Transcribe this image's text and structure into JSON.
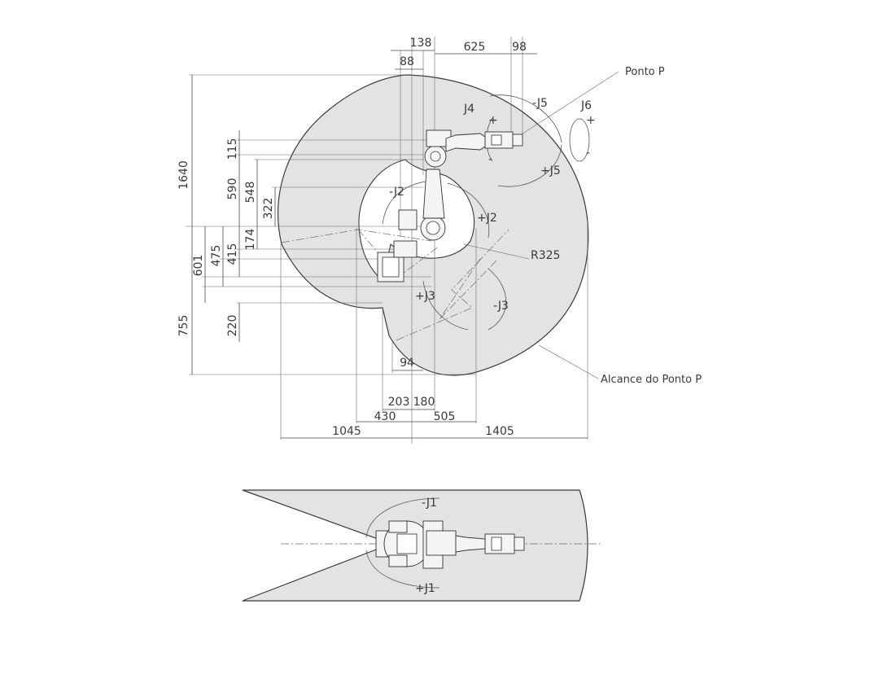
{
  "side_view": {
    "dims_top": [
      "138",
      "88",
      "625",
      "98"
    ],
    "dims_left": [
      "1640",
      "755",
      "115",
      "590",
      "548",
      "322",
      "174",
      "475",
      "415",
      "601",
      "220"
    ],
    "dims_bottom": [
      "94",
      "203",
      "180",
      "430",
      "505",
      "1045",
      "1405"
    ],
    "radius_label": "R325",
    "callouts": {
      "point": "Ponto P",
      "reach": "Alcance do Ponto P"
    },
    "joints": {
      "j4": "J4",
      "j6": "J6",
      "neg_j5": "-J5",
      "pos_j5": "+J5",
      "neg_j2": "-J2",
      "pos_j2": "+J2",
      "pos_j3": "+J3",
      "neg_j3": "-J3",
      "plus": "+",
      "minus": "-"
    }
  },
  "top_view": {
    "joints": {
      "neg_j1": "-J1",
      "pos_j1": "+J1"
    }
  }
}
